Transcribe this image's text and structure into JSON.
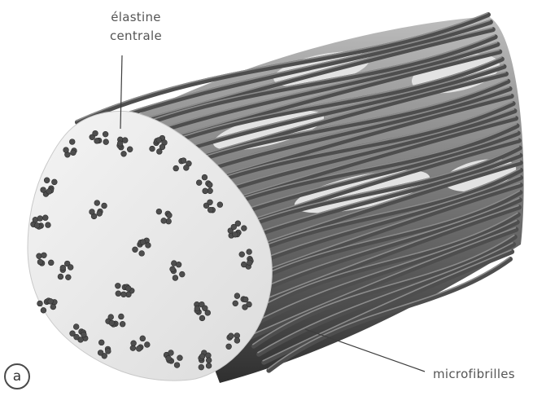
{
  "labels": {
    "elastine_line1": "élastine",
    "elastine_line2": "centrale",
    "microfibrilles": "microfibrilles",
    "panel": "a"
  },
  "colors": {
    "elastin_core": "#ececec",
    "fibril": "#4e4e4e",
    "fibril_highlight": "#8c8c8c",
    "leader_line": "#3d3d3d",
    "text": "#555555"
  },
  "icons": {
    "panel_marker": "circled-letter"
  }
}
